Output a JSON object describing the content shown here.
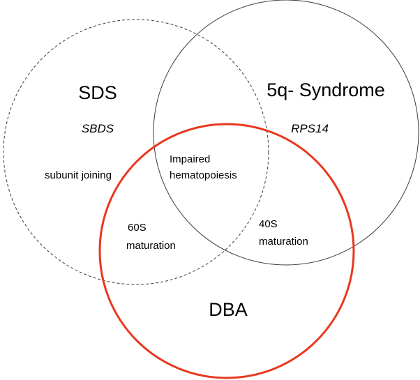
{
  "sets": {
    "sds": {
      "name": "SDS",
      "gene": "SBDS",
      "role": "subunit joining"
    },
    "q5": {
      "name": "5q- Syndrome",
      "gene": "RPS14"
    },
    "dba": {
      "name": "DBA"
    }
  },
  "intersections": {
    "all_line1": "Impaired",
    "all_line2": "hematopoiesis",
    "sds_dba_line1": "60S",
    "sds_dba_line2": "maturation",
    "q5_dba_line1": "40S",
    "q5_dba_line2": "maturation"
  },
  "colors": {
    "outline": "#3a3a3a",
    "dba_outline": "#e8381e",
    "text": "#000000"
  }
}
